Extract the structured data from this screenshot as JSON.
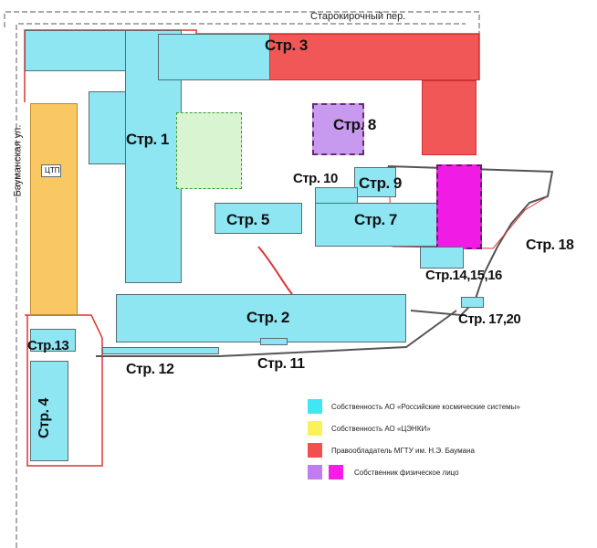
{
  "streets": {
    "top": "Старокирочный пер.",
    "left": "Бауманская ул."
  },
  "buildings": {
    "s1": "Стр. 1",
    "s2": "Стр. 2",
    "s3": "Стр. 3",
    "s4": "Стр. 4",
    "s5": "Стр. 5",
    "s7": "Стр. 7",
    "s8": "Стр. 8",
    "s9": "Стр. 9",
    "s10": "Стр. 10",
    "s11": "Стр. 11",
    "s12": "Стр. 12",
    "s13": "Стр.13",
    "s14": "Стр.14,15,16",
    "s17": "Стр. 17,20",
    "s18": "Стр. 18",
    "ctp": "ЦТП"
  },
  "legend": [
    {
      "color": "#3fe6f3",
      "label": "Собственность АО «Российские космические системы»"
    },
    {
      "color": "#fbf25a",
      "label": "Собственность АО «ЦЭНКИ»"
    },
    {
      "color": "#f24f4f",
      "label": "Правообладатель МГТУ им. Н.Э. Баумана"
    },
    {
      "colors": [
        "#c17cf2",
        "#f51ee8"
      ],
      "label": "Собственник физическое лицо"
    }
  ]
}
